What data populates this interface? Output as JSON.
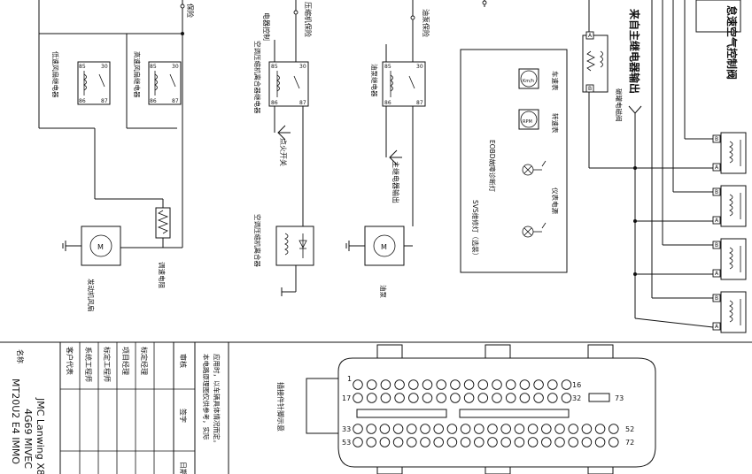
{
  "labels": {
    "fuse_left": "保险",
    "relay_low_fan": "低速风扇继电器",
    "relay_high_fan": "高速风扇继电器",
    "ac_comp_fuse": "压缩机保险",
    "ac_comp_ctrl": "电器控制",
    "ac_clutch_relay": "空调压缩机离合器继电器",
    "ignition": "点火开关",
    "ac_clutch": "空调压缩机离合器",
    "pump_fuse": "油泵保险",
    "pump_relay": "油泵继电器",
    "main_relay_out_small": "主继电器输出",
    "fuel_pump": "油泵",
    "fan_motor": "发动机风扇",
    "speed_resistor": "调速电阻",
    "vehicle_speed": "车速表",
    "tachometer": "转速表",
    "eobd_lamp": "EOBD故障诊断灯",
    "instrument_power": "仪表电源",
    "svs_lamp": "SVS维修灯（选装）",
    "canister_valve": "碳罐电磁阀",
    "main_relay_out_big": "来自主继电器输出",
    "idle_air_ctrl": "怠速空气控制阀",
    "relay_pin_85": "85",
    "relay_pin_86": "86",
    "relay_pin_30": "30",
    "relay_pin_87": "87",
    "gauge_kmh": "Km/h",
    "gauge_rpm": "RPM",
    "motor_m": "M",
    "terminal_a": "A",
    "terminal_b": "B",
    "connector_label": "插接件针脚示意",
    "pin_1": "1",
    "pin_16": "16",
    "pin_17": "17",
    "pin_32": "32",
    "pin_73": "73",
    "pin_33": "33",
    "pin_52": "52",
    "pin_53": "53",
    "pin_72": "72"
  },
  "title_block": {
    "name_header": "名称",
    "name_line1": "JMC Lanwing X8",
    "name_line2": "4G69 MIVEC",
    "name_line3": "MT20U2 E4 IMMO",
    "rows": [
      "客户代表",
      "系统工程师",
      "标定工程师",
      "项目经理",
      "标定经理"
    ],
    "col_review": "审核",
    "col_sign": "签字",
    "col_date": "日期",
    "note_line1": "本电路原理图仅供参考，实际",
    "note_line2": "应用时，以车辆具体情况而定。"
  }
}
